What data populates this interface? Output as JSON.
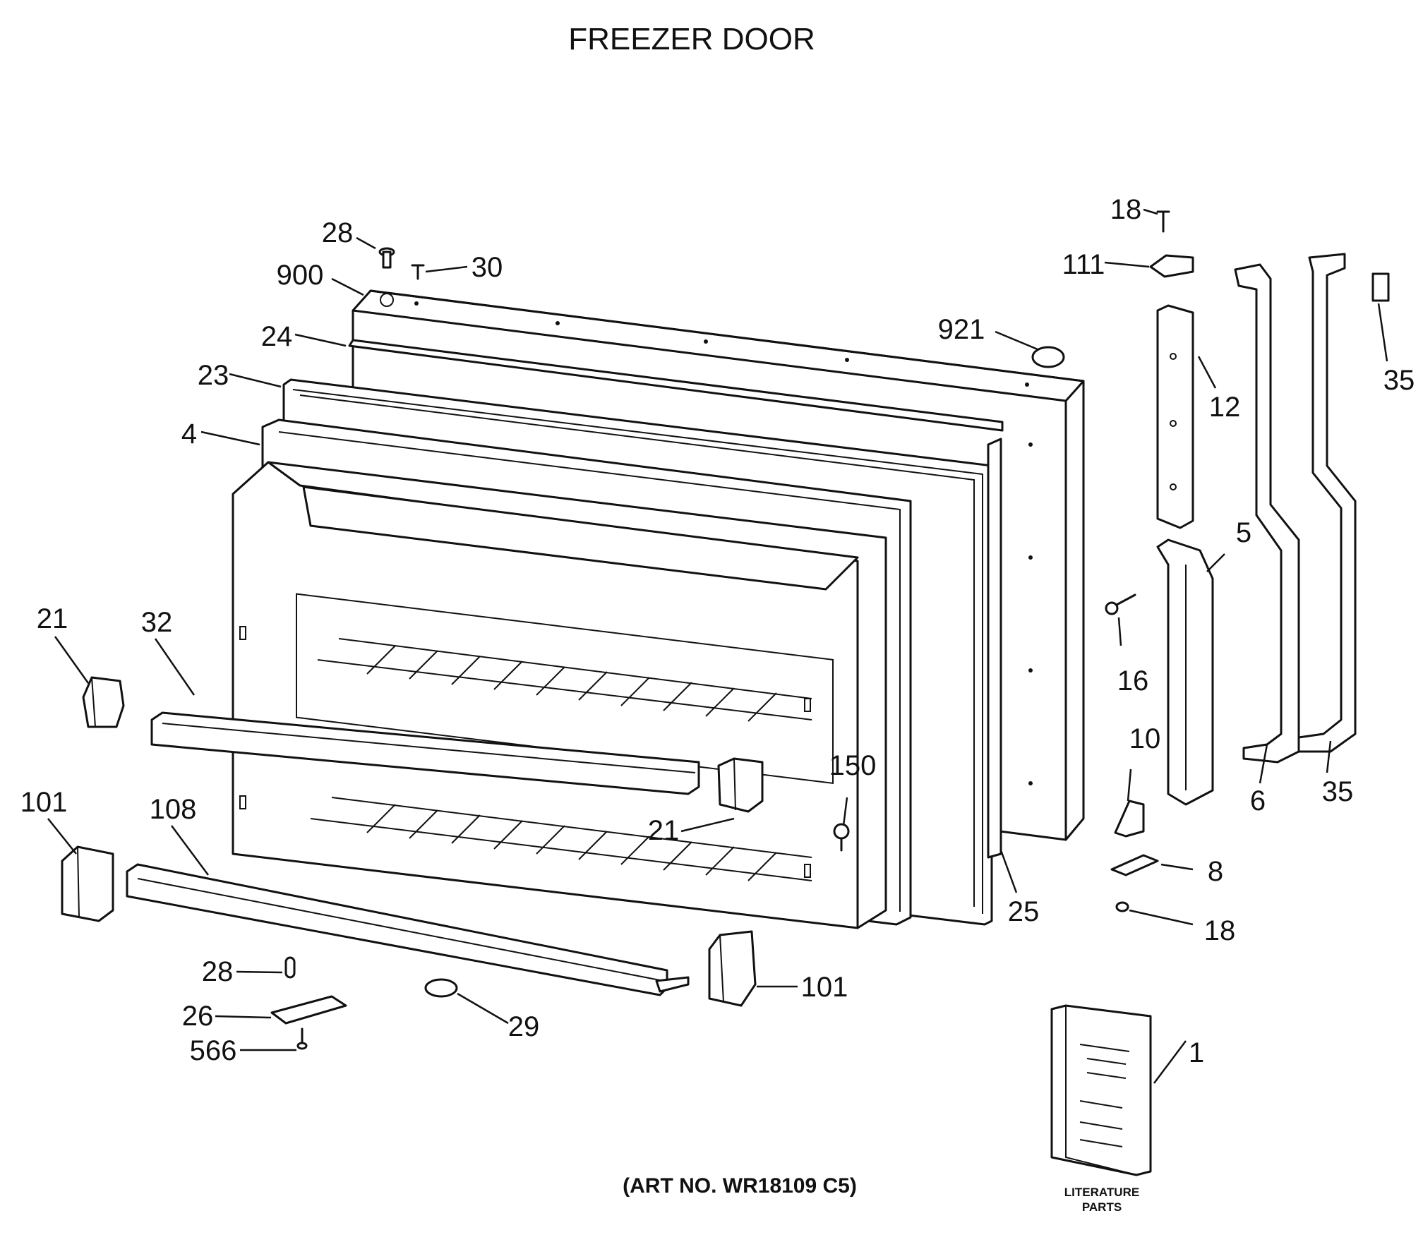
{
  "title": "FREEZER DOOR",
  "art_number": "(ART NO. WR18109 C5)",
  "literature_label": [
    "LITERATURE",
    "PARTS"
  ],
  "callouts": {
    "c900": "900",
    "c28a": "28",
    "c30": "30",
    "c24": "24",
    "c23": "23",
    "c4": "4",
    "c21a": "21",
    "c32": "32",
    "c101a": "101",
    "c108": "108",
    "c28b": "28",
    "c26": "26",
    "c566": "566",
    "c29": "29",
    "c101b": "101",
    "c21b": "21",
    "c150": "150",
    "c25": "25",
    "c921": "921",
    "c18a": "18",
    "c111": "111",
    "c12": "12",
    "c5": "5",
    "c16": "16",
    "c10": "10",
    "c8": "8",
    "c18b": "18",
    "c6": "6",
    "c35a": "35",
    "c35b": "35",
    "c1": "1"
  }
}
